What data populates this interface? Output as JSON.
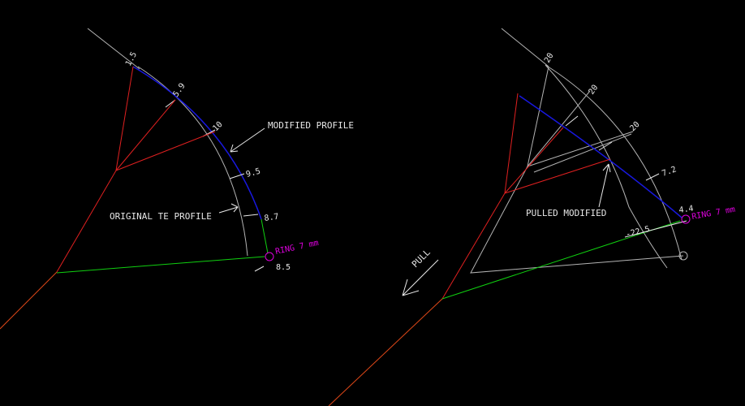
{
  "colors": {
    "background": "#000000",
    "white": "#e8e8e8",
    "red": "#e02020",
    "blue": "#1818e0",
    "green": "#10d010",
    "magenta": "#e000e0",
    "orange": "#e04818",
    "gray": "#b4b4b4"
  },
  "left": {
    "dims": {
      "d1": "1.5",
      "d2": "5.9",
      "d3": "10",
      "d4": "9.5",
      "d5": "8.7",
      "d6": "8.5"
    },
    "annotations": {
      "modified": "MODIFIED PROFILE",
      "original": "ORIGINAL TE PROFILE",
      "ring": "RING 7 mm"
    }
  },
  "right": {
    "dims": {
      "d1": "20",
      "d2": "20",
      "d3": "20",
      "d4": "7.2",
      "d5": "4.4",
      "d6": "-22.5"
    },
    "annotations": {
      "pulled": "PULLED MODIFIED",
      "ring": "RING 7 mm",
      "pull": "PULL"
    }
  }
}
